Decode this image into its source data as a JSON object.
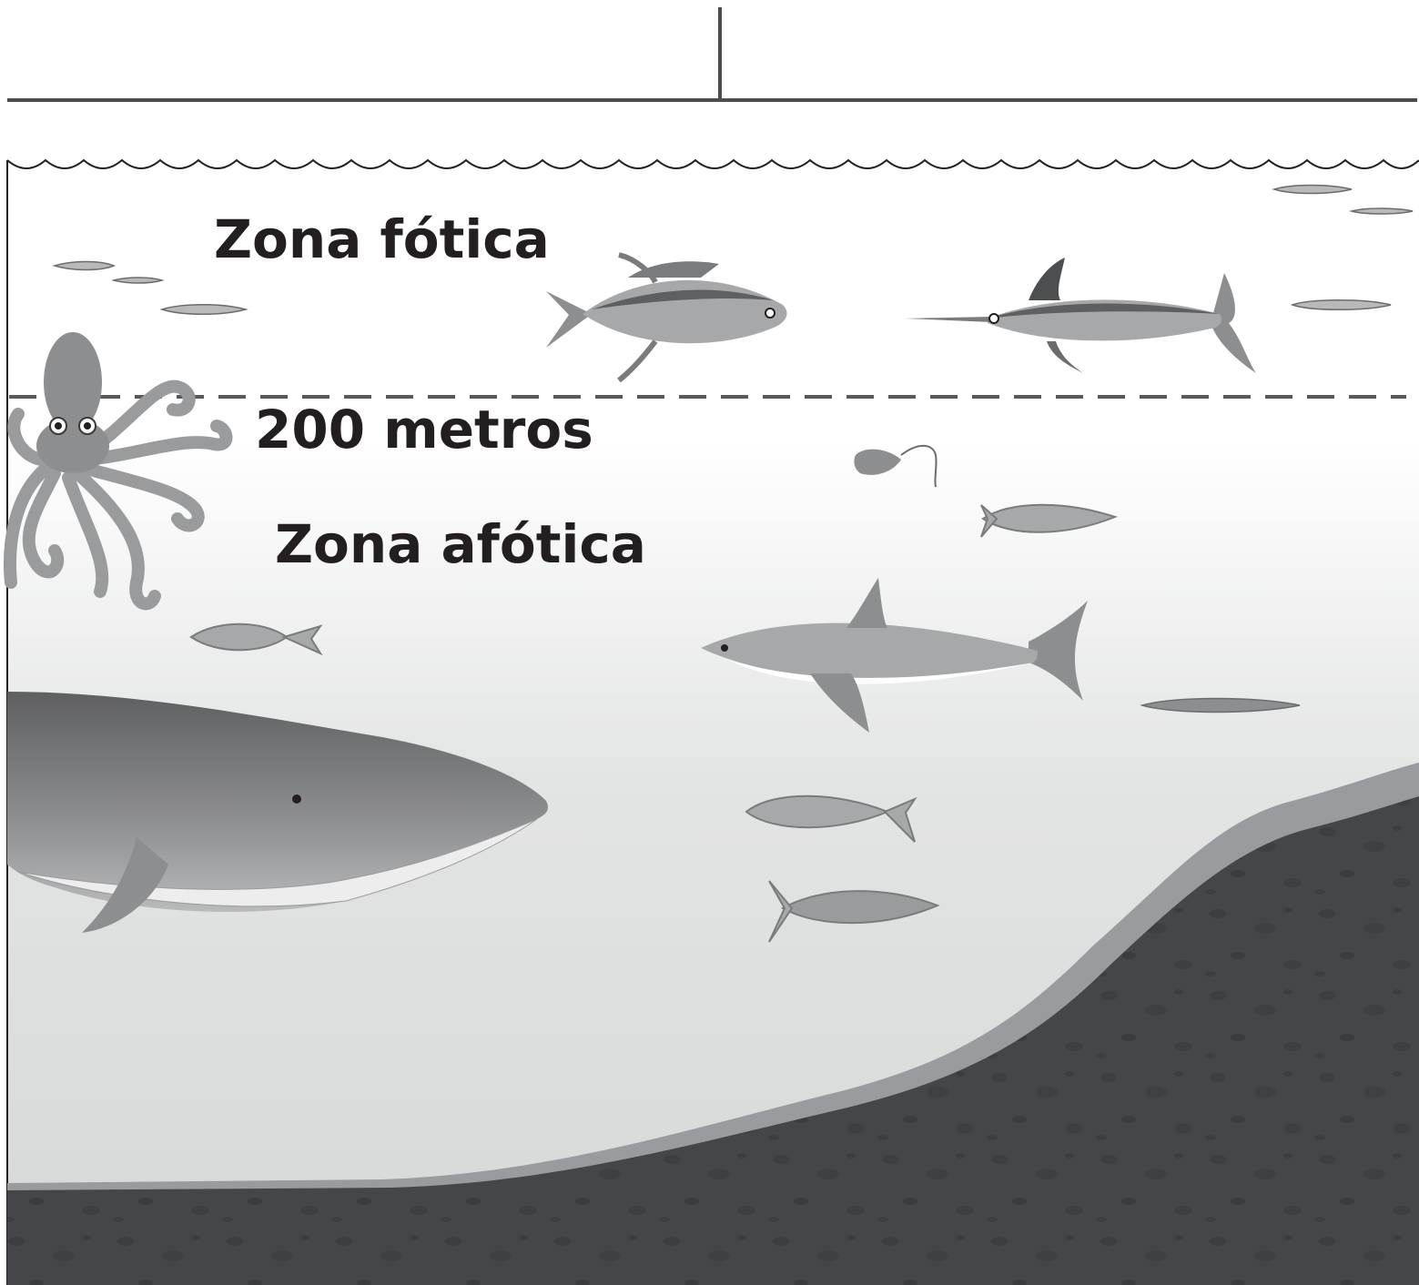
{
  "labels": {
    "photic_zone": "Zona fótica",
    "depth_marker": "200 metros",
    "aphotic_zone": "Zona afótica"
  },
  "colors": {
    "ink": "#231f20",
    "line": "#4d4d4d",
    "water_top": "#ffffff",
    "water_deep": "#d9dbdb",
    "seabed": "#454649",
    "seabed_rim": "#999b9e"
  },
  "organisms": [
    "octopus",
    "tuna",
    "swordfish",
    "shrimp",
    "shark",
    "whale",
    "small-fish",
    "sardine"
  ]
}
